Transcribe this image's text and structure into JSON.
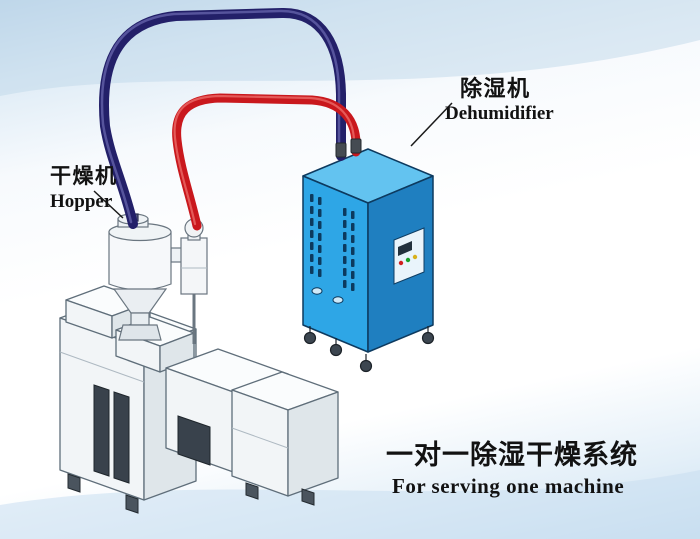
{
  "labels": {
    "hopper": {
      "cn": "干燥机",
      "en": "Hopper"
    },
    "dehumidifier": {
      "cn": "除湿机",
      "en": "Dehumidifier"
    },
    "caption": {
      "cn": "一对一除湿干燥系统",
      "en": "For serving one machine"
    }
  },
  "colors": {
    "return_pipe": "#232069",
    "supply_pipe": "#c9181d",
    "cabinet_front": "#2ea6e6",
    "cabinet_side": "#1f7fc0",
    "cabinet_top": "#63c3f0",
    "cabinet_outline": "#0d3a5f",
    "machine_fill": "#f2f5f7",
    "machine_outline": "#5f6e7a",
    "dark_panel": "#39424c",
    "label_text": "#121212",
    "background_tint": "#c9dff0"
  },
  "components": [
    "extruder-machine",
    "drying-hopper",
    "dehumidifier-unit",
    "supply-pipe",
    "return-pipe"
  ]
}
